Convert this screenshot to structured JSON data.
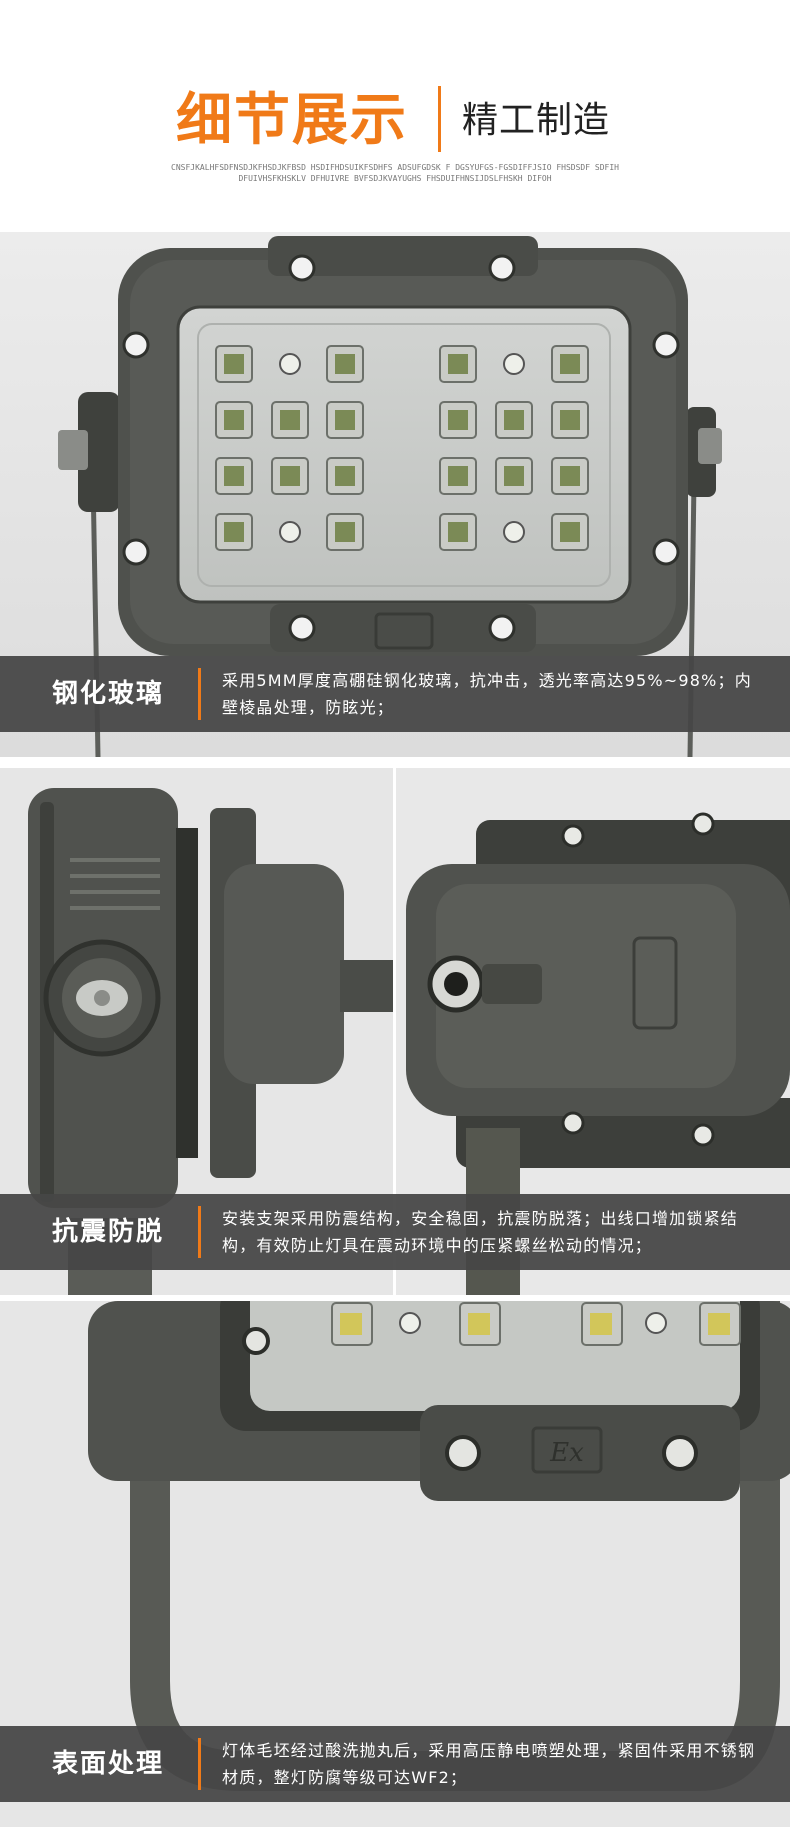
{
  "header": {
    "title_main": "细节展示",
    "title_sub": "精工制造",
    "caption": "CNSFJKALHFSDFNSDJKFHSDJKFBSD HSDIFHDSUIKFSDHFS ADSUFGDSK F DGSYUFGS-FGSDIFFJSIO FHSDSDF SDFIHDFUIVHSFKHSKLV DFHUIVRE BVFSDJKVAYUGHS FHSDUIFHNSIJDSLFHSKH DIFOH"
  },
  "sections": [
    {
      "title": "钢化玻璃",
      "text": "采用5MM厚度高硼硅钢化玻璃，抗冲击，透光率高达95%~98%；内壁棱晶处理，防眩光；"
    },
    {
      "title": "抗震防脱",
      "text": "安装支架采用防震结构，安全稳固，抗震防脱落；出线口增加锁紧结构，有效防止灯具在震动环境中的压紧螺丝松动的情况；"
    },
    {
      "title": "表面处理",
      "text": "灯体毛坯经过酸洗抛丸后，采用高压静电喷塑处理，紧固件采用不锈钢材质，整灯防腐等级可达WF2；"
    }
  ],
  "product": {
    "ex_mark": "Ex"
  },
  "colors": {
    "accent": "#f07a18",
    "band": "#464646",
    "housing": "#4f514d"
  }
}
